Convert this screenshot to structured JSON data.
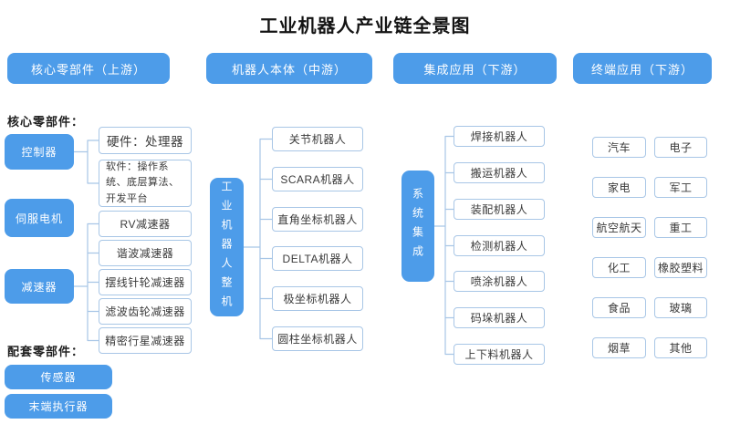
{
  "title": "工业机器人产业链全景图",
  "colors": {
    "accent_blue": "#4d9ce9",
    "box_border": "#a8c6e6",
    "connector": "#a8c6e6",
    "text_dark": "#3a3a3a"
  },
  "headers": [
    {
      "label": "核心零部件（上游）"
    },
    {
      "label": "机器人本体（中游）"
    },
    {
      "label": "集成应用（下游）"
    },
    {
      "label": "终端应用（下游）"
    }
  ],
  "upstream": {
    "section_core_label": "核心零部件：",
    "controller": {
      "label": "控制器",
      "children": [
        "硬件：处理器",
        "软件：操作系统、底层算法、开发平台"
      ]
    },
    "servo_motor": {
      "label": "伺服电机"
    },
    "reducer": {
      "label": "减速器",
      "children": [
        "RV减速器",
        "谐波减速器",
        "摆线针轮减速器",
        "滤波齿轮减速器",
        "精密行星减速器"
      ]
    },
    "section_support_label": "配套零部件：",
    "supporting": [
      "传感器",
      "末端执行器"
    ]
  },
  "midstream": {
    "root_label": "工业机器人整机",
    "children": [
      "关节机器人",
      "SCARA机器人",
      "直角坐标机器人",
      "DELTA机器人",
      "极坐标机器人",
      "圆柱坐标机器人"
    ]
  },
  "integration": {
    "root_label": "系统集成",
    "children": [
      "焊接机器人",
      "搬运机器人",
      "装配机器人",
      "检测机器人",
      "喷涂机器人",
      "码垛机器人",
      "上下料机器人"
    ]
  },
  "terminal": {
    "left_column": [
      "汽车",
      "家电",
      "航空航天",
      "化工",
      "食品",
      "烟草"
    ],
    "right_column": [
      "电子",
      "军工",
      "重工",
      "橡胶塑料",
      "玻璃",
      "其他"
    ]
  }
}
